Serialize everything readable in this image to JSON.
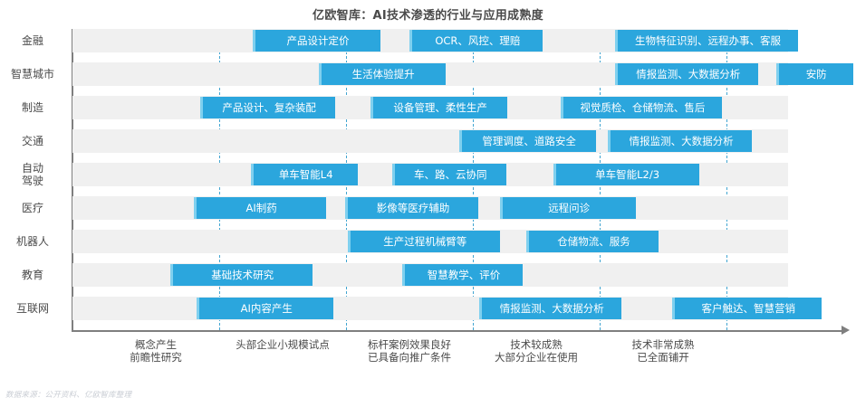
{
  "title": "亿欧智库：AI技术渗透的行业与应用成熟度",
  "footer": "数据来源：公开资料、亿欧智库整理",
  "colors": {
    "bar": "#2ba6dd",
    "bar_accent": "#7fd0ef",
    "row_band": "#f0f0f0",
    "gridline": "#2196c9",
    "axis": "#7f7f7f",
    "text": "#4a4a4a"
  },
  "chart_data": {
    "type": "bar",
    "title": "亿欧智库：AI技术渗透的行业与应用成熟度",
    "xlabel": "",
    "ylabel": "",
    "grid": true,
    "legend": "none",
    "xlim": [
      0,
      5
    ],
    "stages": [
      {
        "index": 1,
        "lines": [
          "概念产生",
          "前瞻性研究"
        ]
      },
      {
        "index": 2,
        "lines": [
          "头部企业小规模试点"
        ]
      },
      {
        "index": 3,
        "lines": [
          "标杆案例效果良好",
          "已具备向推广条件"
        ]
      },
      {
        "index": 4,
        "lines": [
          "技术较成熟",
          "大部分企业在使用"
        ]
      },
      {
        "index": 5,
        "lines": [
          "技术非常成熟",
          "已全面铺开"
        ]
      }
    ],
    "categories": [
      "金融",
      "智慧城市",
      "制造",
      "交通",
      "自动驾驶",
      "医疗",
      "机器人",
      "教育",
      "互联网"
    ],
    "rows": [
      {
        "category": "金融",
        "label_lines": [
          "金融"
        ],
        "bars": [
          {
            "text": "产品设计定价",
            "start": 1.42,
            "end": 2.43
          },
          {
            "text": "OCR、风控、理赔",
            "start": 2.66,
            "end": 3.71
          },
          {
            "text": "生物特征识别、远程办事、客服",
            "start": 4.28,
            "end": 5.72
          }
        ]
      },
      {
        "category": "智慧城市",
        "label_lines": [
          "智慧城市"
        ],
        "bars": [
          {
            "text": "生活体验提升",
            "start": 1.94,
            "end": 2.94
          },
          {
            "text": "情报监测、大数据分析",
            "start": 4.28,
            "end": 5.41
          },
          {
            "text": "安防",
            "start": 5.55,
            "end": 6.16
          }
        ]
      },
      {
        "category": "制造",
        "label_lines": [
          "制造"
        ],
        "bars": [
          {
            "text": "产品设计、复杂装配",
            "start": 1.01,
            "end": 2.07
          },
          {
            "text": "设备管理、柔性生产",
            "start": 2.35,
            "end": 3.43
          },
          {
            "text": "视觉质检、仓储物流、售后",
            "start": 3.85,
            "end": 5.12
          }
        ]
      },
      {
        "category": "交通",
        "label_lines": [
          "交通"
        ],
        "bars": [
          {
            "text": "管理调度、道路安全",
            "start": 3.05,
            "end": 4.13
          },
          {
            "text": "情报监测、大数据分析",
            "start": 4.22,
            "end": 5.36
          }
        ]
      },
      {
        "category": "自动驾驶",
        "label_lines": [
          "自动",
          "驾驶"
        ],
        "bars": [
          {
            "text": "单车智能L4",
            "start": 1.41,
            "end": 2.25
          },
          {
            "text": "车、路、云协同",
            "start": 2.52,
            "end": 3.42
          },
          {
            "text": "单车智能L2/3",
            "start": 3.79,
            "end": 4.94
          }
        ]
      },
      {
        "category": "医疗",
        "label_lines": [
          "医疗"
        ],
        "bars": [
          {
            "text": "AI制药",
            "start": 0.96,
            "end": 2.0
          },
          {
            "text": "影像等医疗辅助",
            "start": 2.15,
            "end": 3.2
          },
          {
            "text": "远程问诊",
            "start": 3.37,
            "end": 4.44
          }
        ]
      },
      {
        "category": "机器人",
        "label_lines": [
          "机器人"
        ],
        "bars": [
          {
            "text": "生产过程机械臂等",
            "start": 2.17,
            "end": 3.37
          },
          {
            "text": "仓储物流、服务",
            "start": 3.58,
            "end": 4.62
          }
        ]
      },
      {
        "category": "教育",
        "label_lines": [
          "教育"
        ],
        "bars": [
          {
            "text": "基础技术研究",
            "start": 0.77,
            "end": 1.89
          },
          {
            "text": "智慧教学、评价",
            "start": 2.6,
            "end": 3.55
          }
        ]
      },
      {
        "category": "互联网",
        "label_lines": [
          "互联网"
        ],
        "bars": [
          {
            "text": "AI内容产生",
            "start": 0.98,
            "end": 2.06
          },
          {
            "text": "情报监测、大数据分析",
            "start": 3.21,
            "end": 4.33
          },
          {
            "text": "客户触达、智慧营销",
            "start": 4.73,
            "end": 5.91
          }
        ]
      }
    ]
  }
}
